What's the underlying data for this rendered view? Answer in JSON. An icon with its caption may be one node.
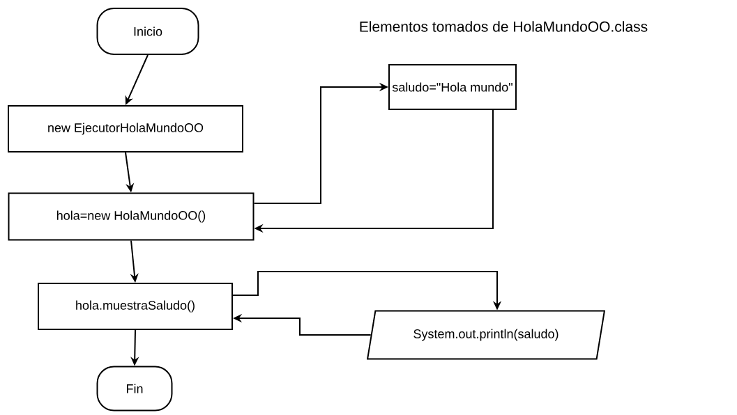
{
  "diagram": {
    "title": "Elementos tomados de HolaMundoOO.class",
    "nodes": [
      {
        "text": [
          "Inicio"
        ]
      },
      {
        "text": [
          "new EjecutorHolaMundoOO"
        ]
      },
      {
        "text": [
          "hola=new HolaMundoOO()"
        ]
      },
      {
        "text": [
          "saludo=\"Hola mundo\""
        ]
      },
      {
        "text": [
          "hola.muestraSaludo()"
        ]
      },
      {
        "text": [
          "System.out.println(saludo)"
        ]
      },
      {
        "text": [
          "Fin"
        ]
      }
    ],
    "edges": [
      {
        "from": 0,
        "to": 1,
        "arrow": "to"
      },
      {
        "from": 1,
        "to": 2,
        "arrow": "to"
      },
      {
        "from": 2,
        "to": 3,
        "arrow": "to"
      },
      {
        "from": 3,
        "to": 2,
        "arrow": "to"
      },
      {
        "from": 2,
        "to": 4,
        "arrow": "to"
      },
      {
        "from": 4,
        "to": 5,
        "arrow": "to"
      },
      {
        "from": 5,
        "to": 4,
        "arrow": "to"
      },
      {
        "from": 4,
        "to": 6,
        "arrow": "to"
      }
    ]
  }
}
